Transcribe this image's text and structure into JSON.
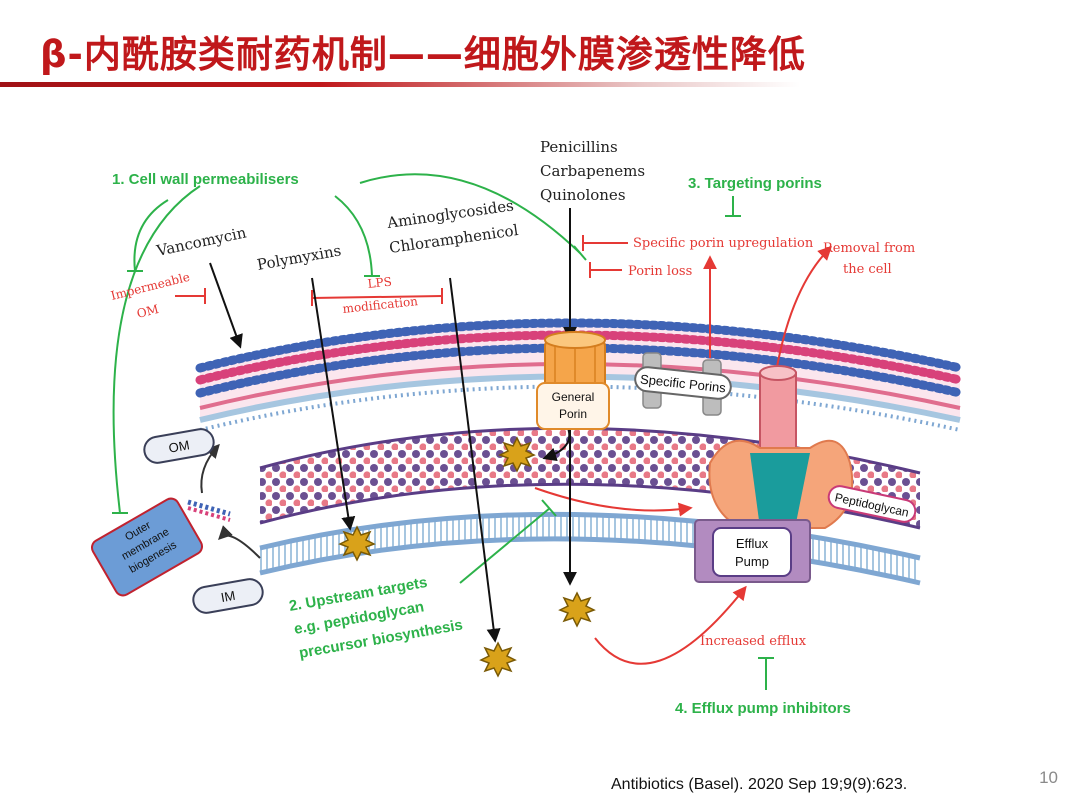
{
  "slide": {
    "title": "β-内酰胺类耐药机制——细胞外膜渗透性降低",
    "citation": "Antibiotics (Basel). 2020 Sep 19;9(9):623.",
    "page_number": "10"
  },
  "figure": {
    "strategies": {
      "s1": "1. Cell wall permeabilisers",
      "s2_line1": "2. Upstream targets",
      "s2_line2": "e.g. peptidoglycan",
      "s2_line3": "precursor biosynthesis",
      "s3": "3. Targeting porins",
      "s4": "4. Efflux pump inhibitors"
    },
    "drugs": {
      "vancomycin": "Vancomycin",
      "polymyxins": "Polymyxins",
      "aminoglycosides": "Aminoglycosides",
      "chloramphenicol": "Chloramphenicol",
      "penicillins": "Penicillins",
      "carbapenems": "Carbapenems",
      "quinolones": "Quinolones"
    },
    "mechanisms": {
      "impermeable_line1": "Impermeable",
      "impermeable_line2": "OM",
      "lps_line1": "LPS",
      "lps_line2": "modification",
      "porin_upregulation": "Specific porin upregulation",
      "porin_loss": "Porin loss",
      "removal_line1": "Removal from",
      "removal_line2": "the cell",
      "increased_efflux": "Increased efflux"
    },
    "structures": {
      "om": "OM",
      "im": "IM",
      "outer_membrane_line1": "Outer",
      "outer_membrane_line2": "membrane",
      "outer_membrane_line3": "biogenesis",
      "general_porin_line1": "General",
      "general_porin_line2": "Porin",
      "specific_porins": "Specific Porins",
      "peptidoglycan": "Peptidoglycan",
      "efflux_line1": "Efflux",
      "efflux_line2": "Pump"
    },
    "colors": {
      "green": "#2db24a",
      "red": "#e53935",
      "om_blue": "#3f63b5",
      "om_pink": "#d8417a",
      "pg_purple": "#5a3d86",
      "pg_pink": "#e56a7a",
      "im_blue": "#a6c6e0",
      "star": "#d9a21a",
      "biogenesis_box": "#6c9cd6"
    }
  }
}
